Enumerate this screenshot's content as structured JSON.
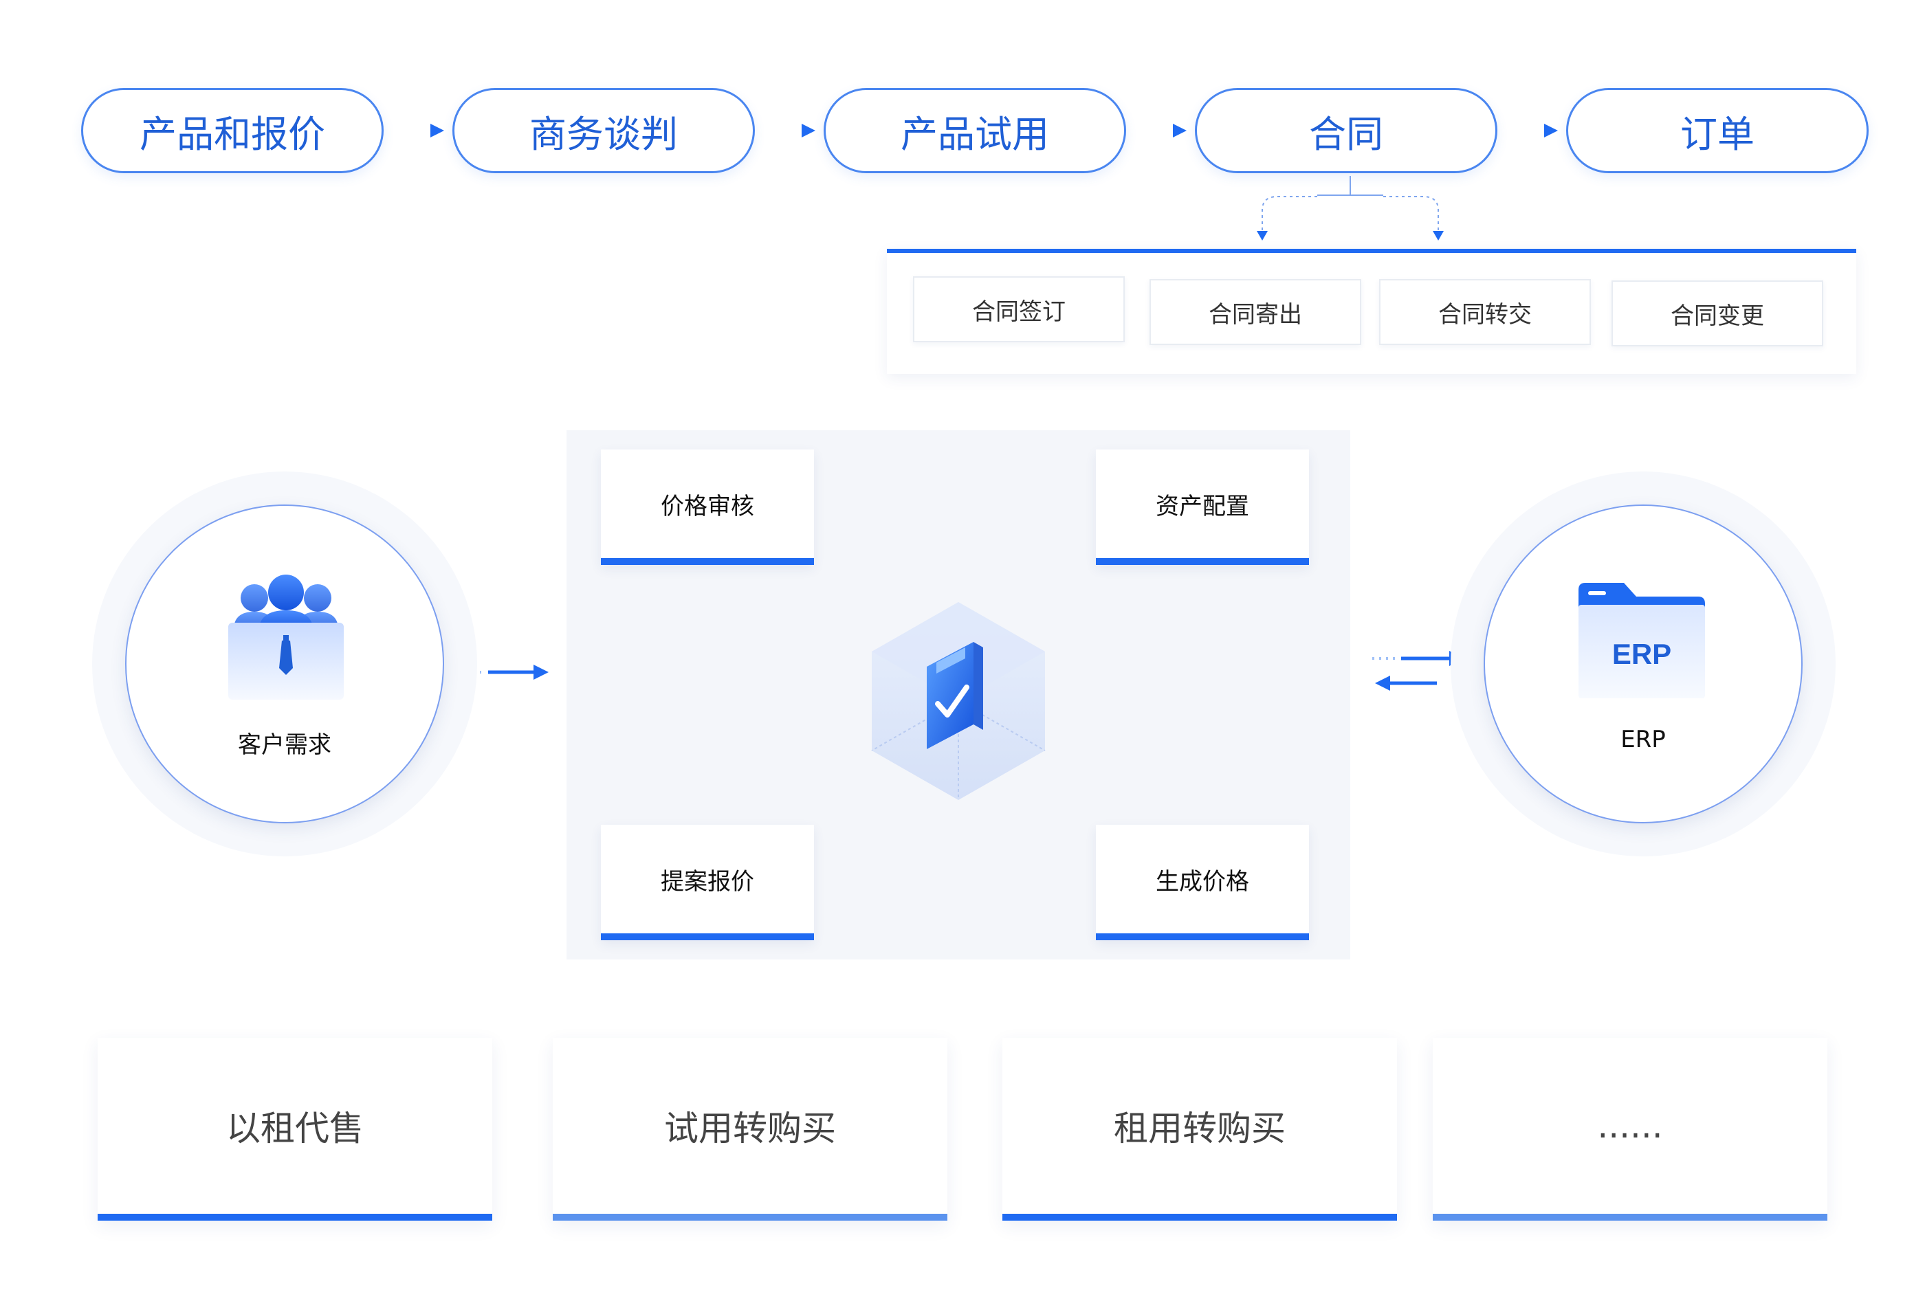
{
  "flow_steps": [
    "产品和报价",
    "商务谈判",
    "产品试用",
    "合同",
    "订单"
  ],
  "contract_sub": [
    "合同签订",
    "合同寄出",
    "合同转交",
    "合同变更"
  ],
  "cycle": {
    "top_left": "价格审核",
    "top_right": "资产配置",
    "bottom_right": "生成价格",
    "bottom_left": "提案报价"
  },
  "left_node": {
    "label": "客户需求",
    "icon": "customer-group-icon"
  },
  "right_node": {
    "label": "ERP",
    "icon_text": "ERP",
    "icon": "folder-icon"
  },
  "bottom_cards": [
    "以租代售",
    "试用转购买",
    "租用转购买",
    "......"
  ],
  "colors": {
    "accent": "#1f6af2",
    "pill_border": "#4a86f0",
    "pill_text": "#1f5fd6"
  }
}
